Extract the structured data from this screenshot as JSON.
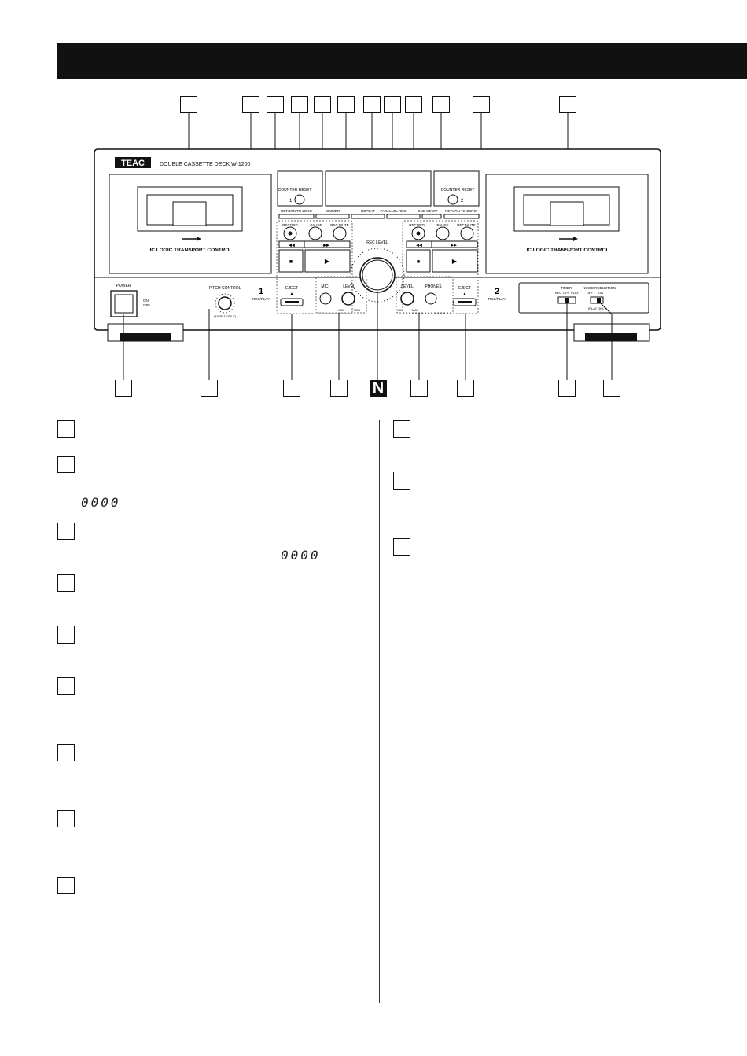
{
  "deck": {
    "brand": "TEAC",
    "model": "DOUBLE CASSETTE DECK  W-1200",
    "transport_label": "IC LOGIC TRANSPORT CONTROL",
    "power": "POWER",
    "power_on": "ON",
    "power_off": "OFF",
    "pitch_control": "PITCH CONTROL",
    "tape_only": "(TAPE 1 ONLY)",
    "deck1_num": "1",
    "deck2_num": "2",
    "rec_play": "REC/PLAY",
    "counter_reset": "COUNTER RESET",
    "return_to_zero": "RETURN TO ZERO",
    "dimmer": "DIMMER",
    "repeat": "REPEAT",
    "parallel_rec": "PARALLEL REC",
    "sub_start": "SUB START",
    "record": "RECORD",
    "pause": "PAUSE",
    "rec_mute": "REC MUTE",
    "rew": "◀◀",
    "ff": "▶▶",
    "stop": "■",
    "play": "▶",
    "rec_level": "REC LEVEL",
    "eject": "EJECT",
    "eject_sym": "▲",
    "mic": "MIC",
    "level": "LEVEL",
    "phones": "PHONES",
    "min": "MIN",
    "max": "MAX",
    "timer": "TIMER",
    "rec": "REC",
    "off": "OFF",
    "play_sw": "PLAY",
    "noise_reduction": "NOISE REDUCTION",
    "on": "ON",
    "play_only": "(PLAY ONLY)",
    "knob_n": "N"
  },
  "counter_display": "0000"
}
